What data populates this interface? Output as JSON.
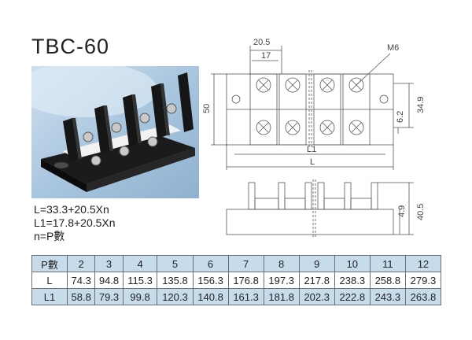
{
  "product": {
    "model": "TBC-60"
  },
  "formulas": {
    "line1": "L=33.3+20.5Xn",
    "line2": "L1=17.8+20.5Xn",
    "line3": "n=P數"
  },
  "drawing": {
    "dim_pitch": "20.5",
    "dim_17": "17",
    "dim_screw": "M6",
    "dim_height": "50",
    "dim_mount": "34.9",
    "dim_6_2": "6.2",
    "dim_L1": "L1",
    "dim_L": "L",
    "dim_40_5": "40.5",
    "dim_4_9": "4.9"
  },
  "table": {
    "header": [
      "P數",
      "2",
      "3",
      "4",
      "5",
      "6",
      "7",
      "8",
      "9",
      "10",
      "11",
      "12"
    ],
    "rows": [
      [
        "L",
        "74.3",
        "94.8",
        "115.3",
        "135.8",
        "156.3",
        "176.8",
        "197.3",
        "217.8",
        "238.3",
        "258.8",
        "279.3"
      ],
      [
        "L1",
        "58.8",
        "79.3",
        "99.8",
        "120.3",
        "140.8",
        "161.3",
        "181.8",
        "202.3",
        "222.8",
        "243.3",
        "263.8"
      ]
    ]
  }
}
